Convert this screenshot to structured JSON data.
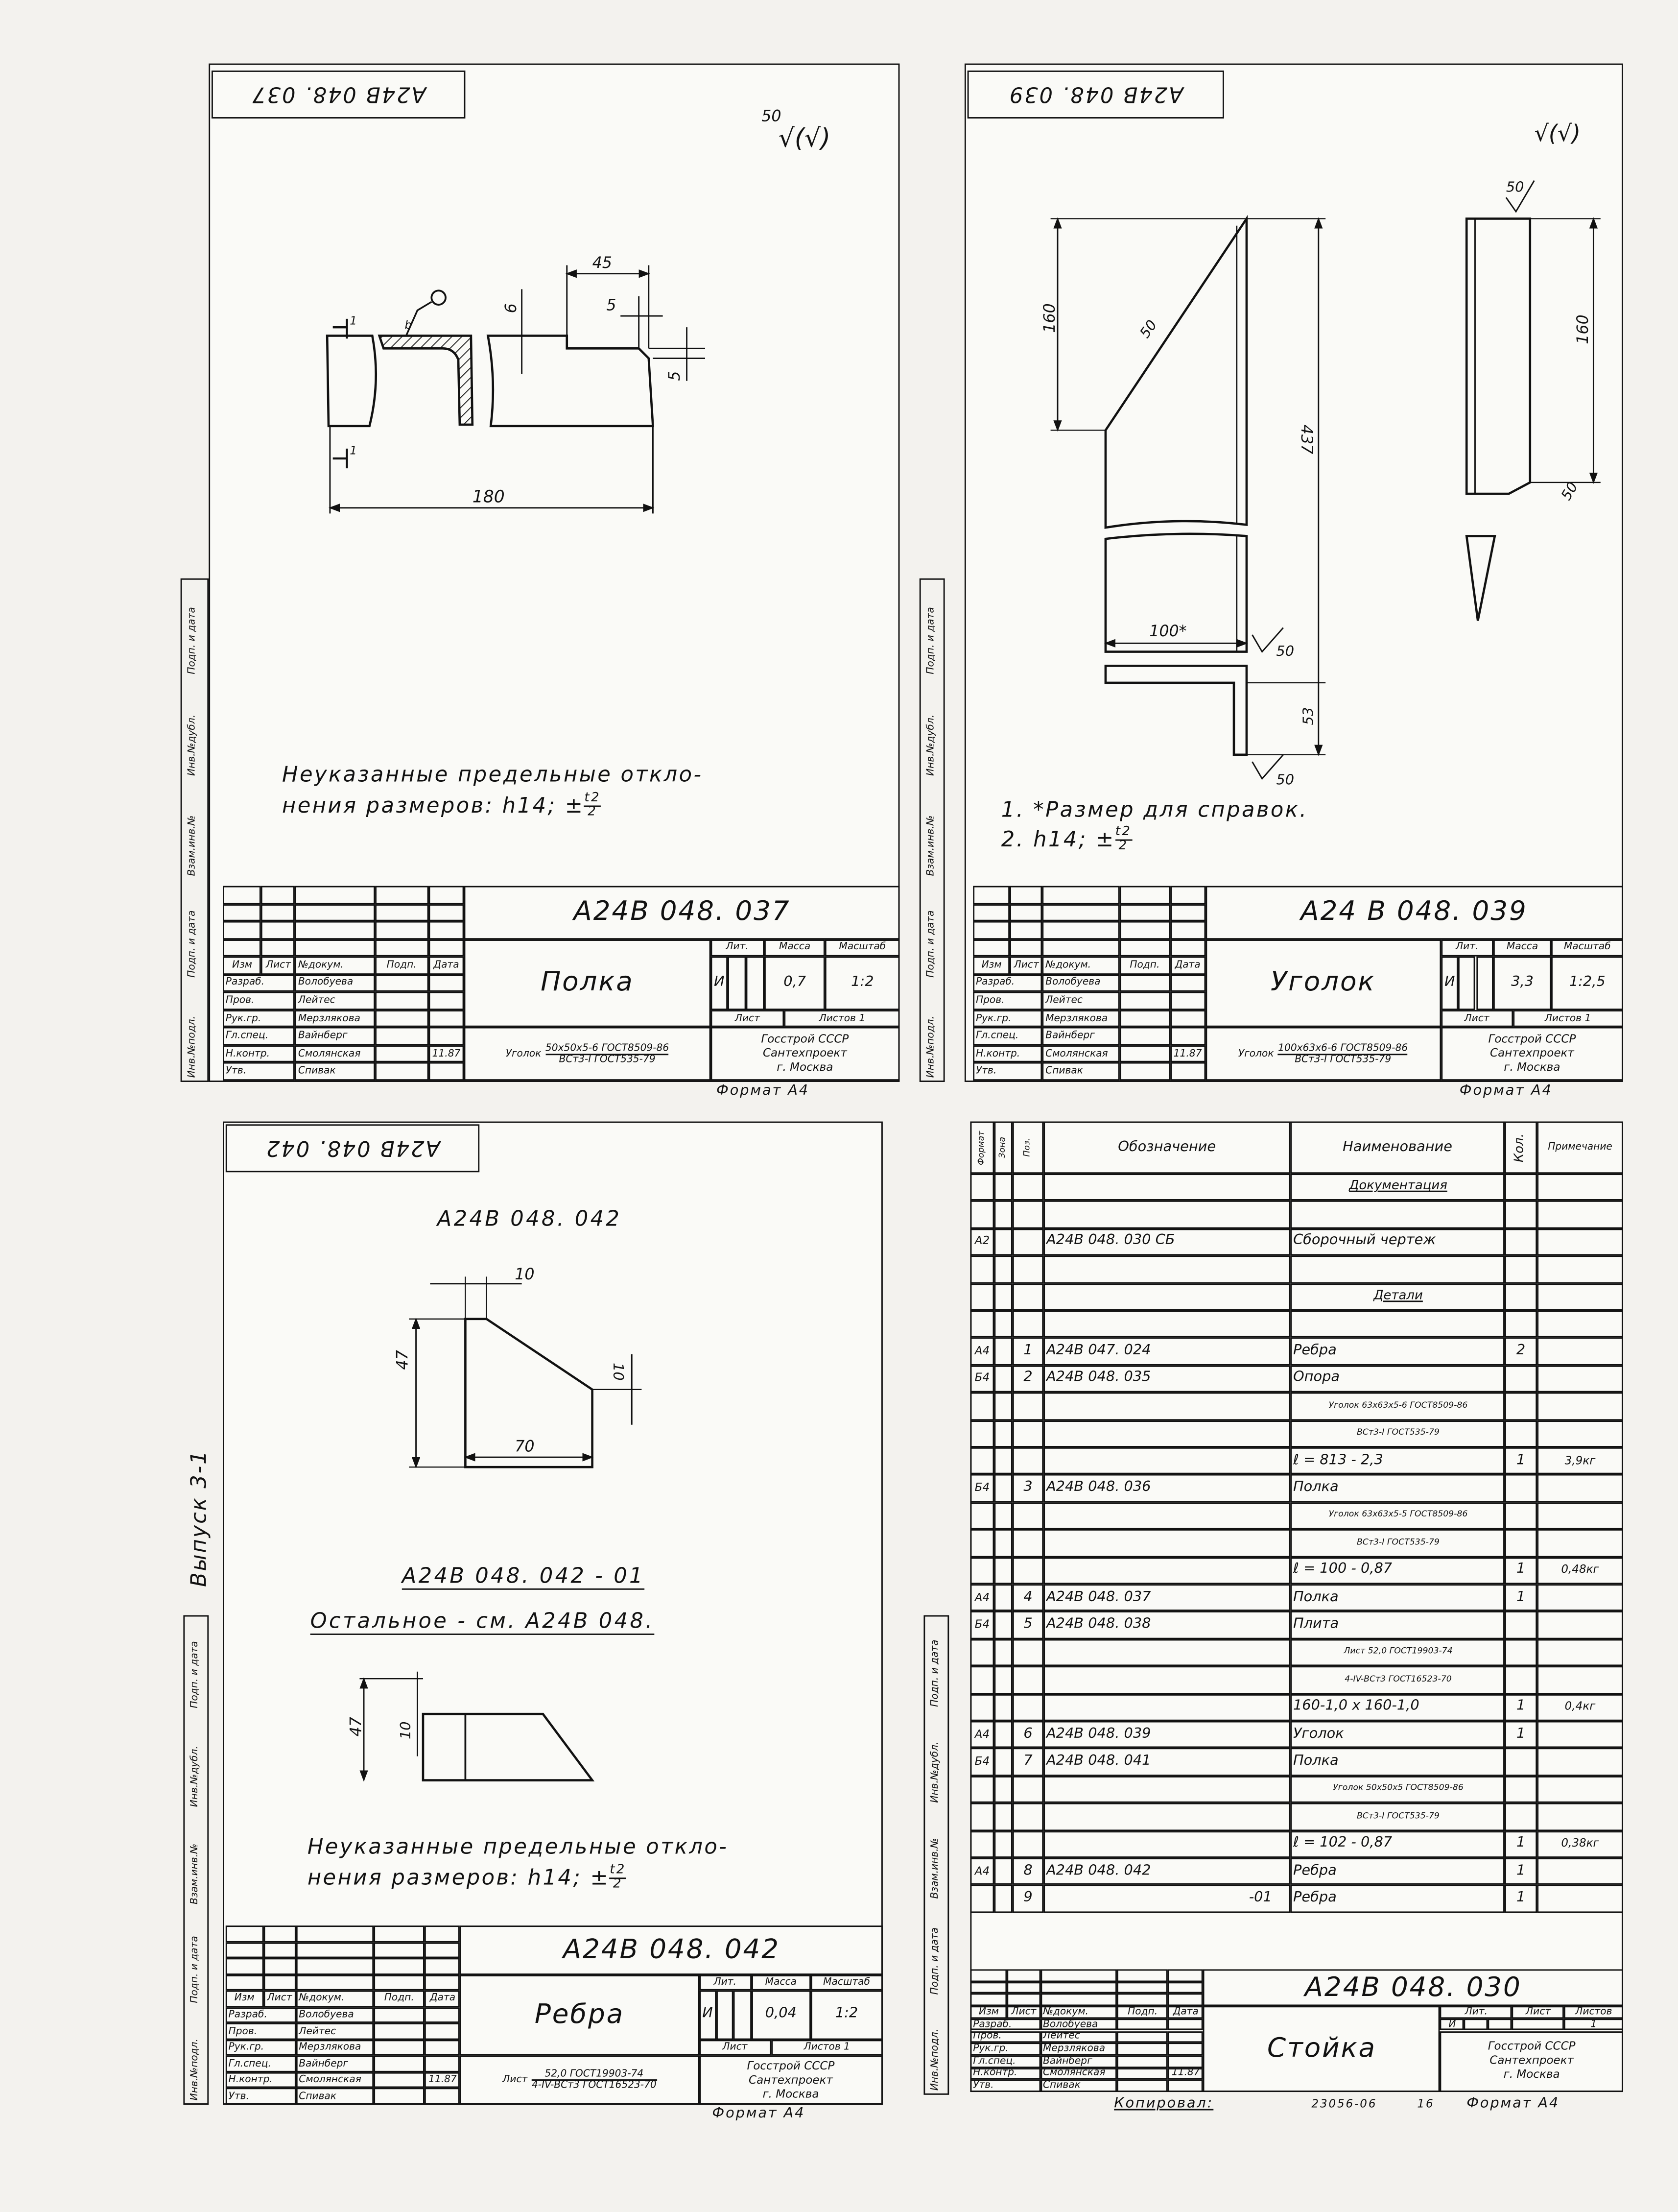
{
  "left_margin": {
    "labels": [
      "Инв.№подл.",
      "Подп. и дата",
      "Взам.инв.№",
      "Инв.№дубл.",
      "Подп. и дата"
    ],
    "issue": "Выпуск 3-1"
  },
  "common": {
    "headers": [
      "Изм",
      "Лист",
      "№докум.",
      "Подп.",
      "Дата"
    ],
    "roles": [
      "Разраб.",
      "Пров.",
      "Рук.гр.",
      "Гл.спец.",
      "Н.контр.",
      "Утв."
    ],
    "names": [
      "Волобуева",
      "Лейтес",
      "Мерзлякова",
      "Вайнберг",
      "Смолянская",
      "Спивак"
    ],
    "nkontr_date": "11.87",
    "lit_label": "Лит.",
    "mass_label": "Масса",
    "scale_label": "Масштаб",
    "sheet_label": "Лист",
    "sheets_label": "Листов",
    "sheets_total_label": "Листов 1",
    "lit_value": "И",
    "org": [
      "Госстрой СССР",
      "Сантехпроект",
      "г. Москва"
    ],
    "format_label": "Формат А4",
    "roughness": "50",
    "roughness_symbol": "√(√)"
  },
  "sheets": [
    {
      "stamp": "А24В 048. 037",
      "code": "А24В 048. 037",
      "name": "Полка",
      "mass": "0,7",
      "scale": "1:2",
      "material_prefix": "Уголок",
      "material_top": "50x50x5-6 ГОСТ8509-86",
      "material_bottom": "ВСт3-I ГОСТ535-79",
      "notes": [
        "Неуказанные предельные откло-",
        "нения размеров: h14; ±"
      ],
      "frac": [
        "t2",
        "2"
      ],
      "dims": [
        "45",
        "5",
        "6",
        "5",
        "180",
        "1",
        "1",
        "b"
      ]
    },
    {
      "stamp": "А24В 048. 039",
      "code": "А24 В 048. 039",
      "name": "Уголок",
      "mass": "3,3",
      "scale": "1:2,5",
      "material_prefix": "Уголок",
      "material_top": "100x63x6-6 ГОСТ8509-86",
      "material_bottom": "ВСт3-I ГОСТ535-79",
      "notes": [
        "1. *Размер для справок.",
        "2. h14; ±"
      ],
      "frac": [
        "t2",
        "2"
      ],
      "dims": [
        "160",
        "50",
        "437",
        "160",
        "50",
        "100*",
        "53",
        "50",
        "50",
        "50"
      ]
    },
    {
      "stamp": "А24В 048. 042",
      "code": "А24В 048. 042",
      "name": "Ребра",
      "mass": "0,04",
      "scale": "1:2",
      "material_prefix": "Лист",
      "material_top": "52,0 ГОСТ19903-74",
      "material_bottom": "4-IV-ВСт3 ГОСТ16523-70",
      "notes": [
        "Неуказанные предельные откло-",
        "нения размеров: h14; ±"
      ],
      "frac": [
        "t2",
        "2"
      ],
      "view_label": "А24В 048. 042",
      "variant_label": "А24В 048. 042 - 01",
      "rest_label": "Остальное - см. А24В 048.",
      "dims": [
        "10",
        "47",
        "10",
        "70",
        "47",
        "10"
      ]
    }
  ],
  "spec": {
    "headers": [
      "Формат",
      "Зона",
      "Поз.",
      "Обозначение",
      "Наименование",
      "Кол.",
      "Примечание"
    ],
    "rows": [
      {
        "name": "Документация",
        "style": "heading"
      },
      {},
      {
        "fmt": "А2",
        "des": "А24В 048. 030 СБ",
        "name": "Сборочный чертеж"
      },
      {},
      {
        "name": "Детали",
        "style": "heading"
      },
      {},
      {
        "fmt": "А4",
        "pos": "1",
        "des": "А24В 047. 024",
        "name": "Ребра",
        "qty": "2"
      },
      {
        "fmt": "Б4",
        "pos": "2",
        "des": "А24В 048. 035",
        "name": "Опора"
      },
      {
        "name": "Уголок 63x63x5-6 ГОСТ8509-86",
        "style": "small"
      },
      {
        "name": "ВСт3-I ГОСТ535-79",
        "style": "small"
      },
      {
        "name": "ℓ = 813 - 2,3",
        "qty": "1",
        "note": "3,9кг"
      },
      {
        "fmt": "Б4",
        "pos": "3",
        "des": "А24В 048. 036",
        "name": "Полка"
      },
      {
        "name": "Уголок 63x63x5-5 ГОСТ8509-86",
        "style": "small"
      },
      {
        "name": "ВСт3-I ГОСТ535-79",
        "style": "small"
      },
      {
        "name": "ℓ = 100 - 0,87",
        "qty": "1",
        "note": "0,48кг"
      },
      {
        "fmt": "А4",
        "pos": "4",
        "des": "А24В 048. 037",
        "name": "Полка",
        "qty": "1"
      },
      {
        "fmt": "Б4",
        "pos": "5",
        "des": "А24В 048. 038",
        "name": "Плита"
      },
      {
        "name": "Лист 52,0 ГОСТ19903-74",
        "style": "small"
      },
      {
        "name": "4-IV-ВСт3 ГОСТ16523-70",
        "style": "small"
      },
      {
        "name": "160-1,0 x 160-1,0",
        "qty": "1",
        "note": "0,4кг"
      },
      {
        "fmt": "А4",
        "pos": "6",
        "des": "А24В 048. 039",
        "name": "Уголок",
        "qty": "1"
      },
      {
        "fmt": "Б4",
        "pos": "7",
        "des": "А24В 048. 041",
        "name": "Полка"
      },
      {
        "name": "Уголок 50x50x5 ГОСТ8509-86",
        "style": "small"
      },
      {
        "name": "ВСт3-I ГОСТ535-79",
        "style": "small"
      },
      {
        "name": "ℓ = 102 - 0,87",
        "qty": "1",
        "note": "0,38кг"
      },
      {
        "fmt": "А4",
        "pos": "8",
        "des": "А24В 048. 042",
        "name": "Ребра",
        "qty": "1"
      },
      {
        "pos": "9",
        "des": "-01",
        "name": "Ребра",
        "qty": "1"
      }
    ],
    "code": "А24В 048. 030",
    "name": "Стойка",
    "sheets_total": "1"
  },
  "footer": {
    "copied_label": "Копировал:",
    "order": "23056-06",
    "page": "16",
    "format_label": "Формат А4"
  }
}
